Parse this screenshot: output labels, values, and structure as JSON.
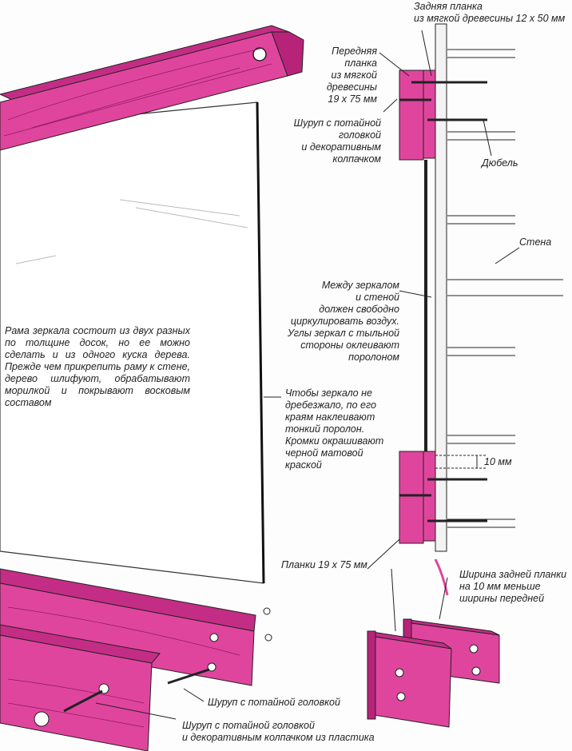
{
  "labels": {
    "back_strip": "Задняя планка\nиз мягкой древесины 12 x 50 мм",
    "front_strip": "Передняя\nпланка\nиз мягкой\nдревесины\n19 x 75 мм",
    "screw_cap": "Шуруп с потайной\nголовкой\nи декоративным\nколпачком",
    "dowel": "Дюбель",
    "wall": "Стена",
    "air_note": "Между зеркалом\nи стеной\nдолжен свободно\nциркулировать воздух.\nУглы зеркал с тыльной\nстороны оклеивают\nпоролоном",
    "frame_note": "Рама зеркала состоит из двух разных по толщине досок, но ее можно сделать и из одного куска дерева. Прежде чем прикрепить раму к стене, дерево шлифуют, обрабатывают морилкой и покрывают восковым составом",
    "foam_note": "Чтобы зеркало не\nдребезжало, по его\nкраям наклеивают\nтонкий поролон.\nКромки окрашивают\nчерной матовой\nкраской",
    "gap": "10 мм",
    "strips": "Планки 19 x 75 мм",
    "width_note": "Ширина задней планки\nна 10 мм меньше\nширины передней",
    "countersunk_screw": "Шуруп с потайной головкой",
    "screw_plastic_cap": "Шуруп с потайной головкой\nи декоративным колпачком из пластика"
  },
  "colors": {
    "wood": "#e0459e",
    "wood_dark": "#b8237a",
    "line": "#222222"
  }
}
